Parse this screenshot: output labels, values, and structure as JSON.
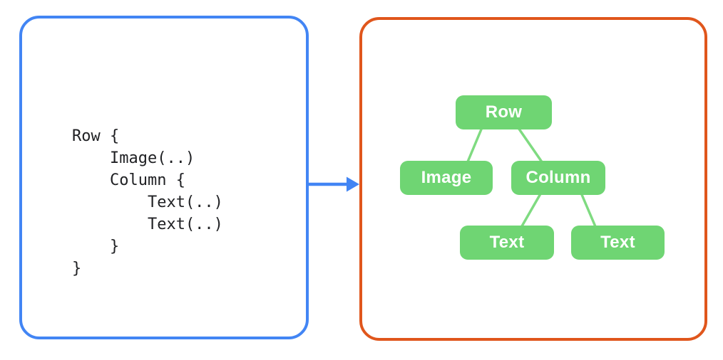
{
  "colors": {
    "background": "#FFFFFF",
    "code_panel_border": "#4285F4",
    "tree_panel_border": "#E0561C",
    "arrow": "#4285F4",
    "node_fill": "#6FD573",
    "node_text": "#FFFFFF",
    "connector": "#7FDB81",
    "code_text": "#202124"
  },
  "code_panel": {
    "code": "Row {\n    Image(..)\n    Column {\n        Text(..)\n        Text(..)\n    }\n}"
  },
  "arrow": {
    "icon": "right-arrow-icon",
    "color": "#4285F4"
  },
  "tree": {
    "connector_color": "#7FDB81",
    "nodes": [
      {
        "id": "row",
        "label": "Row"
      },
      {
        "id": "image",
        "label": "Image"
      },
      {
        "id": "column",
        "label": "Column"
      },
      {
        "id": "text-1",
        "label": "Text"
      },
      {
        "id": "text-2",
        "label": "Text"
      }
    ],
    "edges": [
      {
        "from": "row",
        "to": "image"
      },
      {
        "from": "row",
        "to": "column"
      },
      {
        "from": "column",
        "to": "text-1"
      },
      {
        "from": "column",
        "to": "text-2"
      }
    ]
  }
}
